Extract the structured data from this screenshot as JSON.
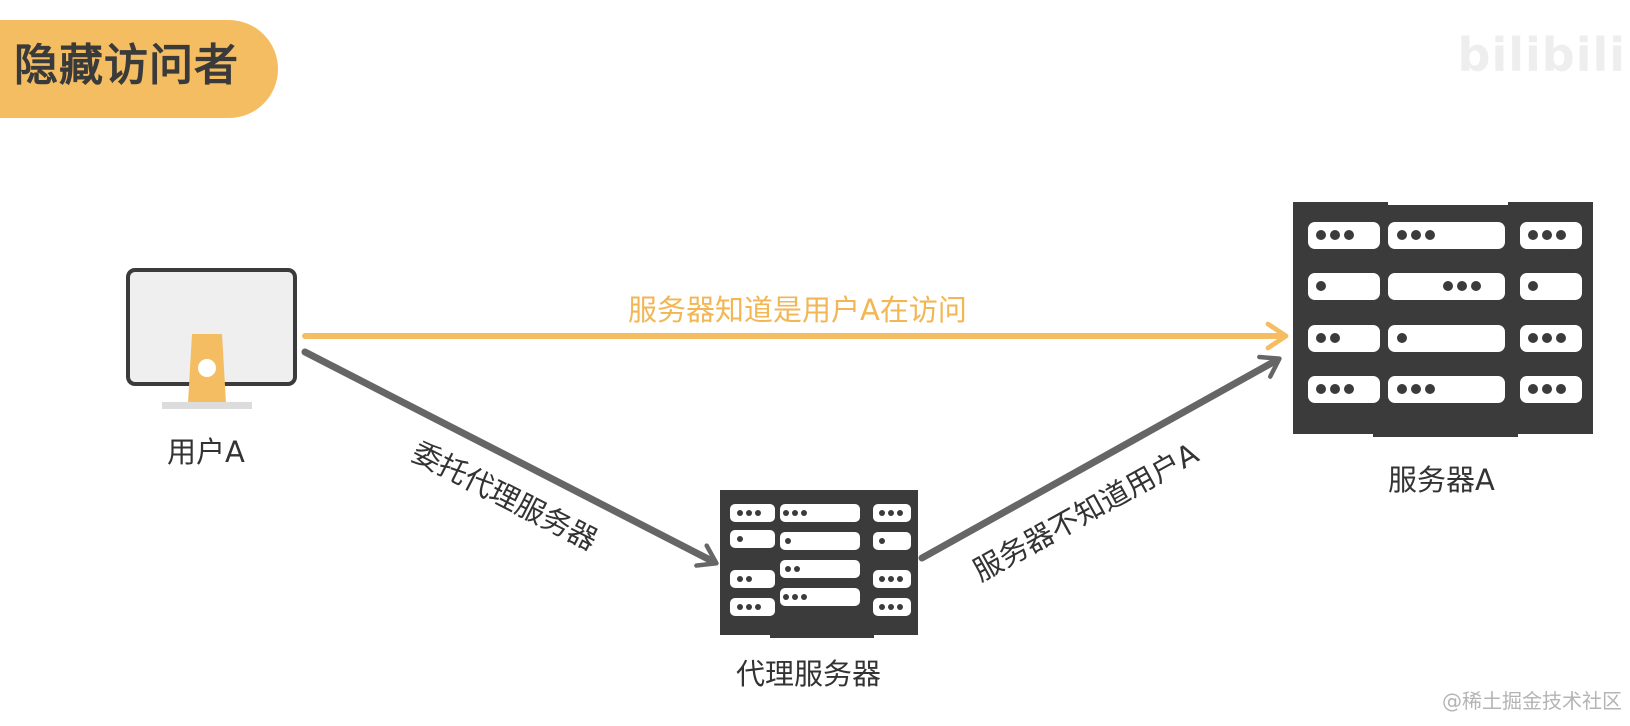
{
  "title": "隐藏访问者",
  "nodes": {
    "user": "用户A",
    "proxy": "代理服务器",
    "server": "服务器A"
  },
  "edges": {
    "direct": "服务器知道是用户A在访问",
    "delegate": "委托代理服务器",
    "forward": "服务器不知道用户A"
  },
  "watermarks": {
    "top": "bilibili",
    "bottom": "@稀土掘金技术社区"
  },
  "colors": {
    "accent": "#f4bd62",
    "dark": "#3b3b3b",
    "arrow_gray": "#666666"
  }
}
